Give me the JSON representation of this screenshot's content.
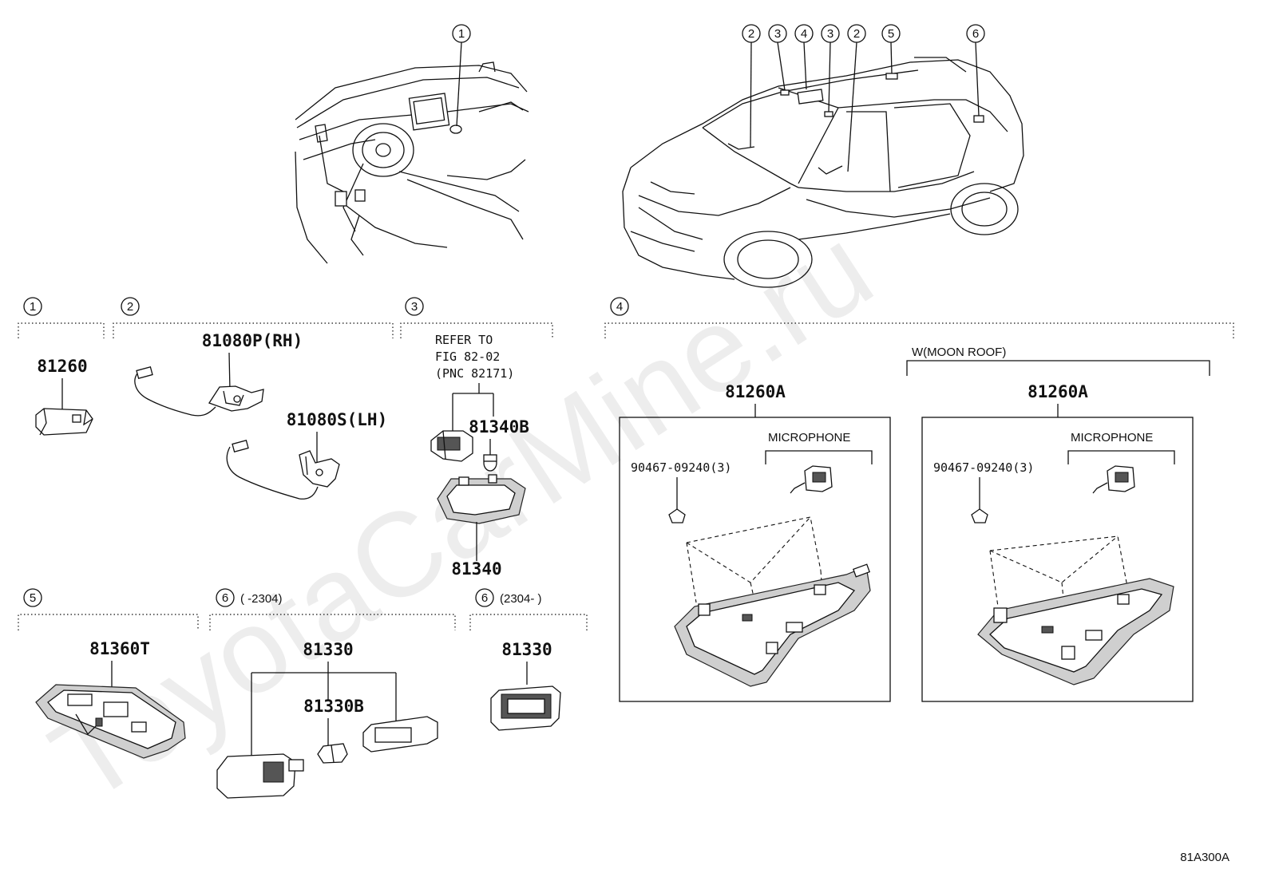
{
  "watermark": "ToyotaCarMine.ru",
  "figure_code": "81A300A",
  "callout_numbers": {
    "dash": [
      "1"
    ],
    "car": [
      "2",
      "3",
      "4",
      "3",
      "2",
      "5",
      "6"
    ]
  },
  "groups": [
    {
      "number": "1",
      "note": "",
      "parts": [
        "81260"
      ]
    },
    {
      "number": "2",
      "note": "",
      "parts": [
        "81080P(RH)",
        "81080S(LH)"
      ]
    },
    {
      "number": "3",
      "note": "",
      "refer": [
        "REFER TO",
        "FIG 82-02",
        "(PNC 82171)"
      ],
      "parts": [
        "81340B",
        "81340"
      ]
    },
    {
      "number": "4",
      "note": "",
      "parts": [
        "81260A",
        "81260A"
      ]
    },
    {
      "number": "5",
      "note": "",
      "parts": [
        "81360T"
      ]
    },
    {
      "number": "6",
      "note": "(    -2304)",
      "parts": [
        "81330",
        "81330B"
      ]
    },
    {
      "number": "6",
      "note": "(2304-    )",
      "parts": [
        "81330"
      ]
    }
  ],
  "group4": {
    "moon_roof_label": "W(MOON ROOF)",
    "left_box": {
      "part": "81260A",
      "microphone": "MICROPHONE",
      "screw": "90467-09240(3)"
    },
    "right_box": {
      "part": "81260A",
      "microphone": "MICROPHONE",
      "screw": "90467-09240(3)"
    }
  }
}
